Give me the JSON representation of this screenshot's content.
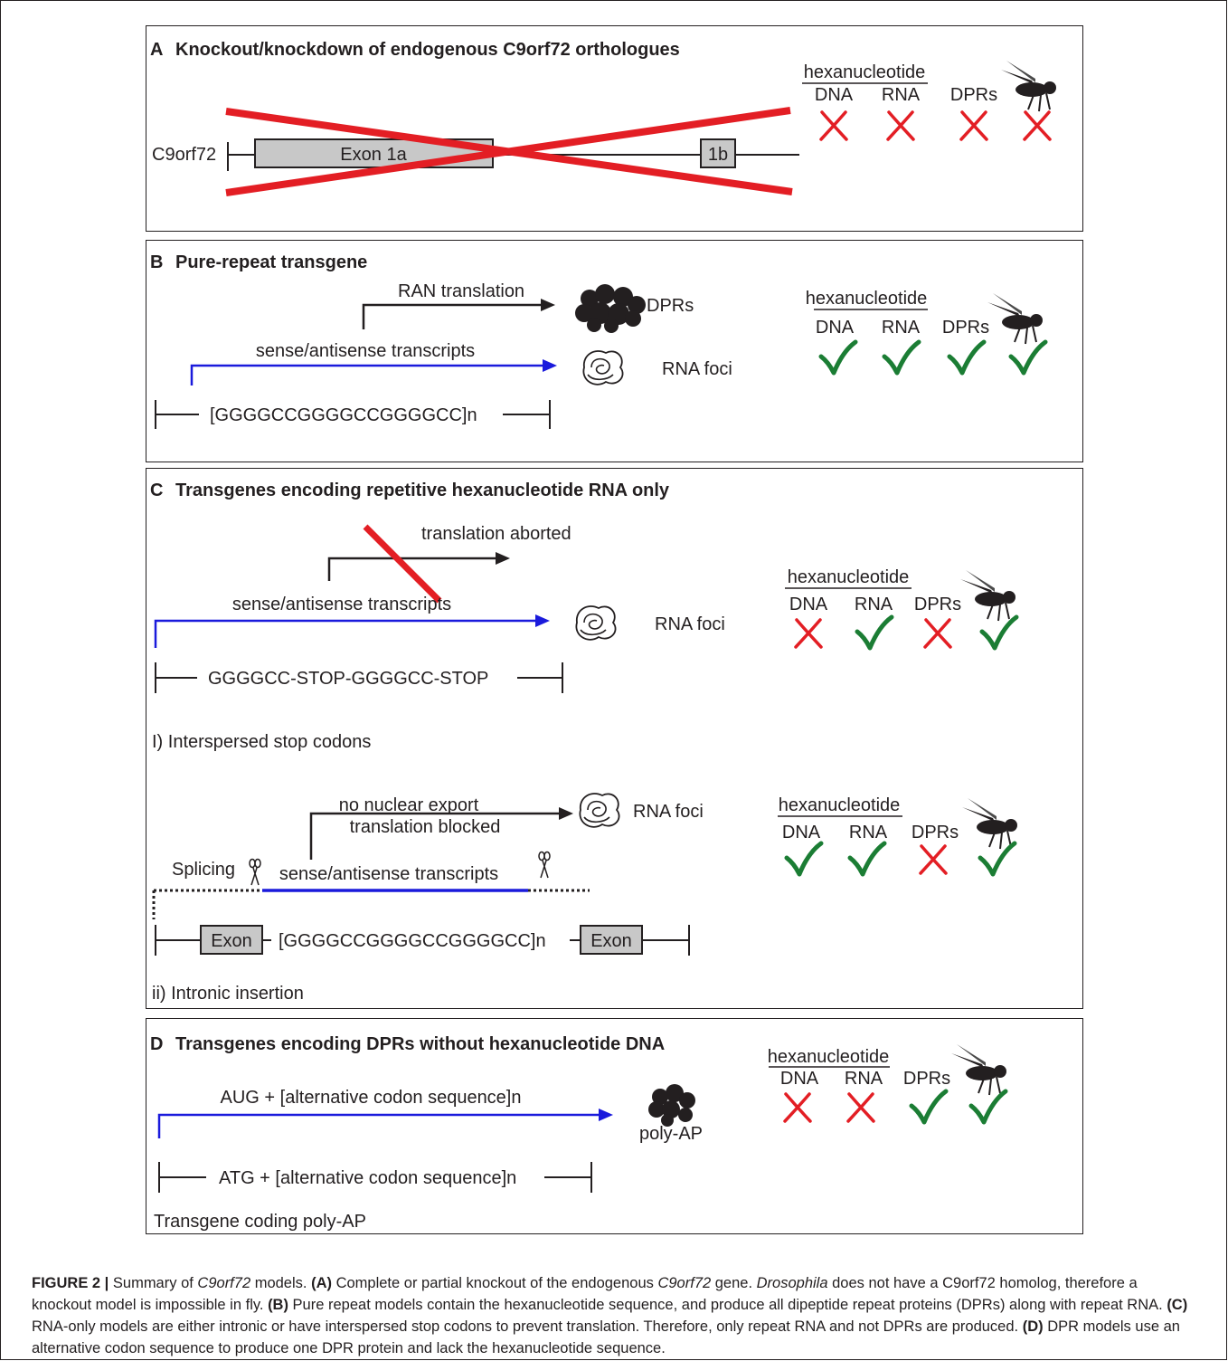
{
  "panels": {
    "A": {
      "letter": "A",
      "title": "Knockout/knockdown of endogenous C9orf72 orthologues",
      "gene_label": "C9orf72",
      "exon1": "Exon 1a",
      "exon2": "1b",
      "indicator": {
        "header": "hexanucleotide",
        "col_dna": "DNA",
        "col_rna": "RNA",
        "col_dpr": "DPRs",
        "marks": [
          "cross",
          "cross",
          "cross",
          "cross"
        ]
      }
    },
    "B": {
      "letter": "B",
      "title": "Pure-repeat transgene",
      "ran_label": "RAN translation",
      "dpr_label": "DPRs",
      "transcript_label": "sense/antisense transcripts",
      "foci_label": "RNA foci",
      "construct": "[GGGGCCGGGGCCGGGGCC]n",
      "indicator": {
        "header": "hexanucleotide",
        "col_dna": "DNA",
        "col_rna": "RNA",
        "col_dpr": "DPRs",
        "marks": [
          "check",
          "check",
          "check",
          "check"
        ]
      }
    },
    "C": {
      "letter": "C",
      "title": "Transgenes encoding repetitive hexanucleotide RNA only",
      "sub1": {
        "aborted_label": "translation aborted",
        "transcript_label": "sense/antisense transcripts",
        "foci_label": "RNA foci",
        "construct": "GGGGCC-STOP-GGGGCC-STOP",
        "caption": "I) Interspersed stop codons",
        "indicator": {
          "header": "hexanucleotide",
          "col_dna": "DNA",
          "col_rna": "RNA",
          "col_dpr": "DPRs",
          "marks": [
            "cross",
            "check",
            "cross",
            "check"
          ]
        }
      },
      "sub2": {
        "export_label_1": "no nuclear export",
        "export_label_2": "translation blocked",
        "foci_label": "RNA foci",
        "splicing_label": "Splicing",
        "transcript_label": "sense/antisense transcripts",
        "exon_left": "Exon",
        "construct": "[GGGGCCGGGGCCGGGGCC]n",
        "exon_right": "Exon",
        "caption": "ii) Intronic insertion",
        "indicator": {
          "header": "hexanucleotide",
          "col_dna": "DNA",
          "col_rna": "RNA",
          "col_dpr": "DPRs",
          "marks": [
            "check",
            "check",
            "cross",
            "check"
          ]
        }
      }
    },
    "D": {
      "letter": "D",
      "title": "Transgenes encoding DPRs without hexanucleotide DNA",
      "transcript_label": "AUG + [alternative codon sequence]n",
      "product_label": "poly-AP",
      "construct": "ATG + [alternative codon sequence]n",
      "caption": "Transgene coding poly-AP",
      "indicator": {
        "header": "hexanucleotide",
        "col_dna": "DNA",
        "col_rna": "RNA",
        "col_dpr": "DPRs",
        "marks": [
          "cross",
          "cross",
          "check",
          "check"
        ]
      }
    }
  },
  "colors": {
    "cross": "#e31e24",
    "check": "#1b7d34",
    "transcript": "#1a1adc",
    "ink": "#231f20",
    "exon_fill": "#c8c8c8"
  },
  "caption": {
    "figure_label": "FIGURE 2 |",
    "s1": "Summary of ",
    "gene": "C9orf72",
    "s2": " models. ",
    "label_a": "(A)",
    "s3": " Complete or partial knockout of the endogenous ",
    "gene2": "C9orf72",
    "s4": " gene. ",
    "fly": "Drosophila",
    "s5": " does not have a C9orf72 homolog, therefore a knockout model is impossible in fly. ",
    "label_b": "(B)",
    "s6": " Pure repeat models contain the hexanucleotide sequence, and produce all dipeptide repeat proteins (DPRs) along with repeat RNA. ",
    "label_c": "(C)",
    "s7": " RNA-only models are either intronic or have interspersed stop codons to prevent translation. Therefore, only repeat RNA and not DPRs are produced. ",
    "label_d": "(D)",
    "s8": " DPR models use an alternative codon sequence to produce one DPR protein and lack the hexanucleotide sequence."
  }
}
